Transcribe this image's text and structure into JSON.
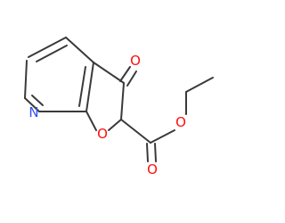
{
  "molecule": {
    "atoms": [
      {
        "id": "N1",
        "symbol": "N",
        "color": "#3050f8"
      },
      {
        "id": "O1",
        "symbol": "O",
        "color": "#ff0d0d"
      },
      {
        "id": "O2",
        "symbol": "O",
        "color": "#ff0d0d"
      },
      {
        "id": "O3",
        "symbol": "O",
        "color": "#ff0d0d"
      },
      {
        "id": "O4",
        "symbol": "O",
        "color": "#ff0d0d"
      }
    ],
    "bond_color": "#3a3a3a"
  }
}
